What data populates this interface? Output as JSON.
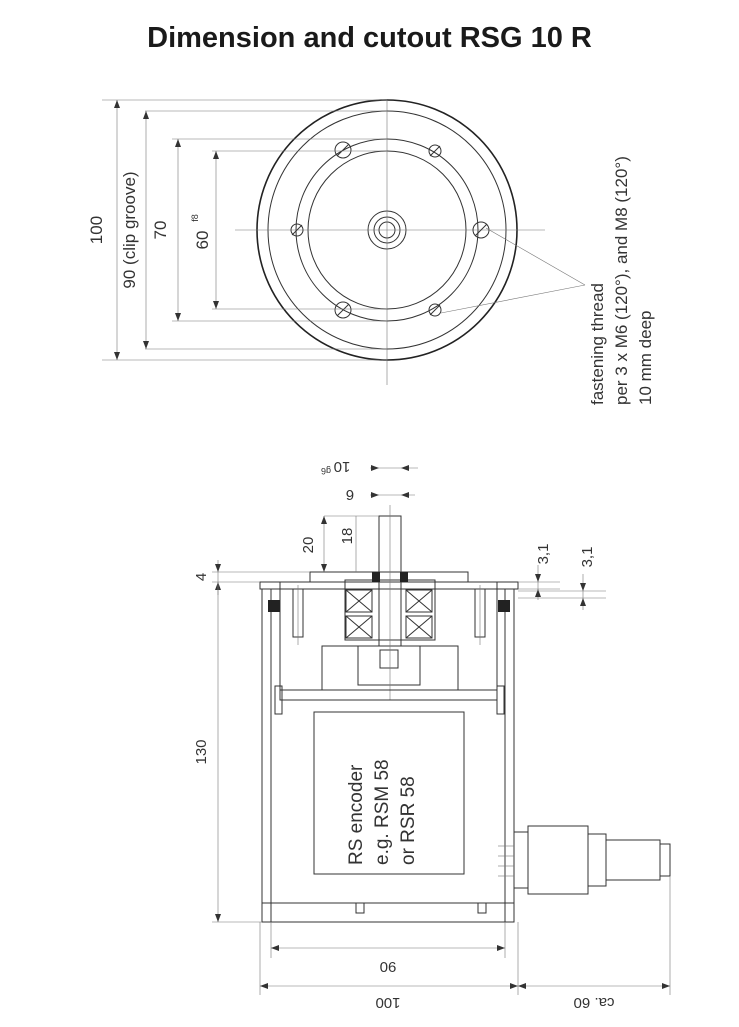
{
  "title": "Dimension and cutout  RSG 10 R",
  "front_view": {
    "dim_100": "100",
    "dim_90": "90 (clip groove)",
    "dim_70": "70",
    "dim_60": "60",
    "dim_60_tol": "f8",
    "note_line1": "fastening thread",
    "note_line2": "per 3 x M6 (120°), and M8 (120°)",
    "note_line3": "10 mm deep"
  },
  "side_view": {
    "dim_10": "10",
    "dim_10_tol": "g6",
    "dim_6": "6",
    "dim_20": "20",
    "dim_18": "18",
    "dim_3_1_a": "3,1",
    "dim_3_1_b": "3,1",
    "dim_4": "4",
    "dim_130": "130",
    "encoder_line1": "RS encoder",
    "encoder_line2": "e.g. RSM 58",
    "encoder_line3": "or RSR 58",
    "dim_90_bottom": "90",
    "dim_100_bottom": "100",
    "dim_ca60": "ca. 60"
  }
}
